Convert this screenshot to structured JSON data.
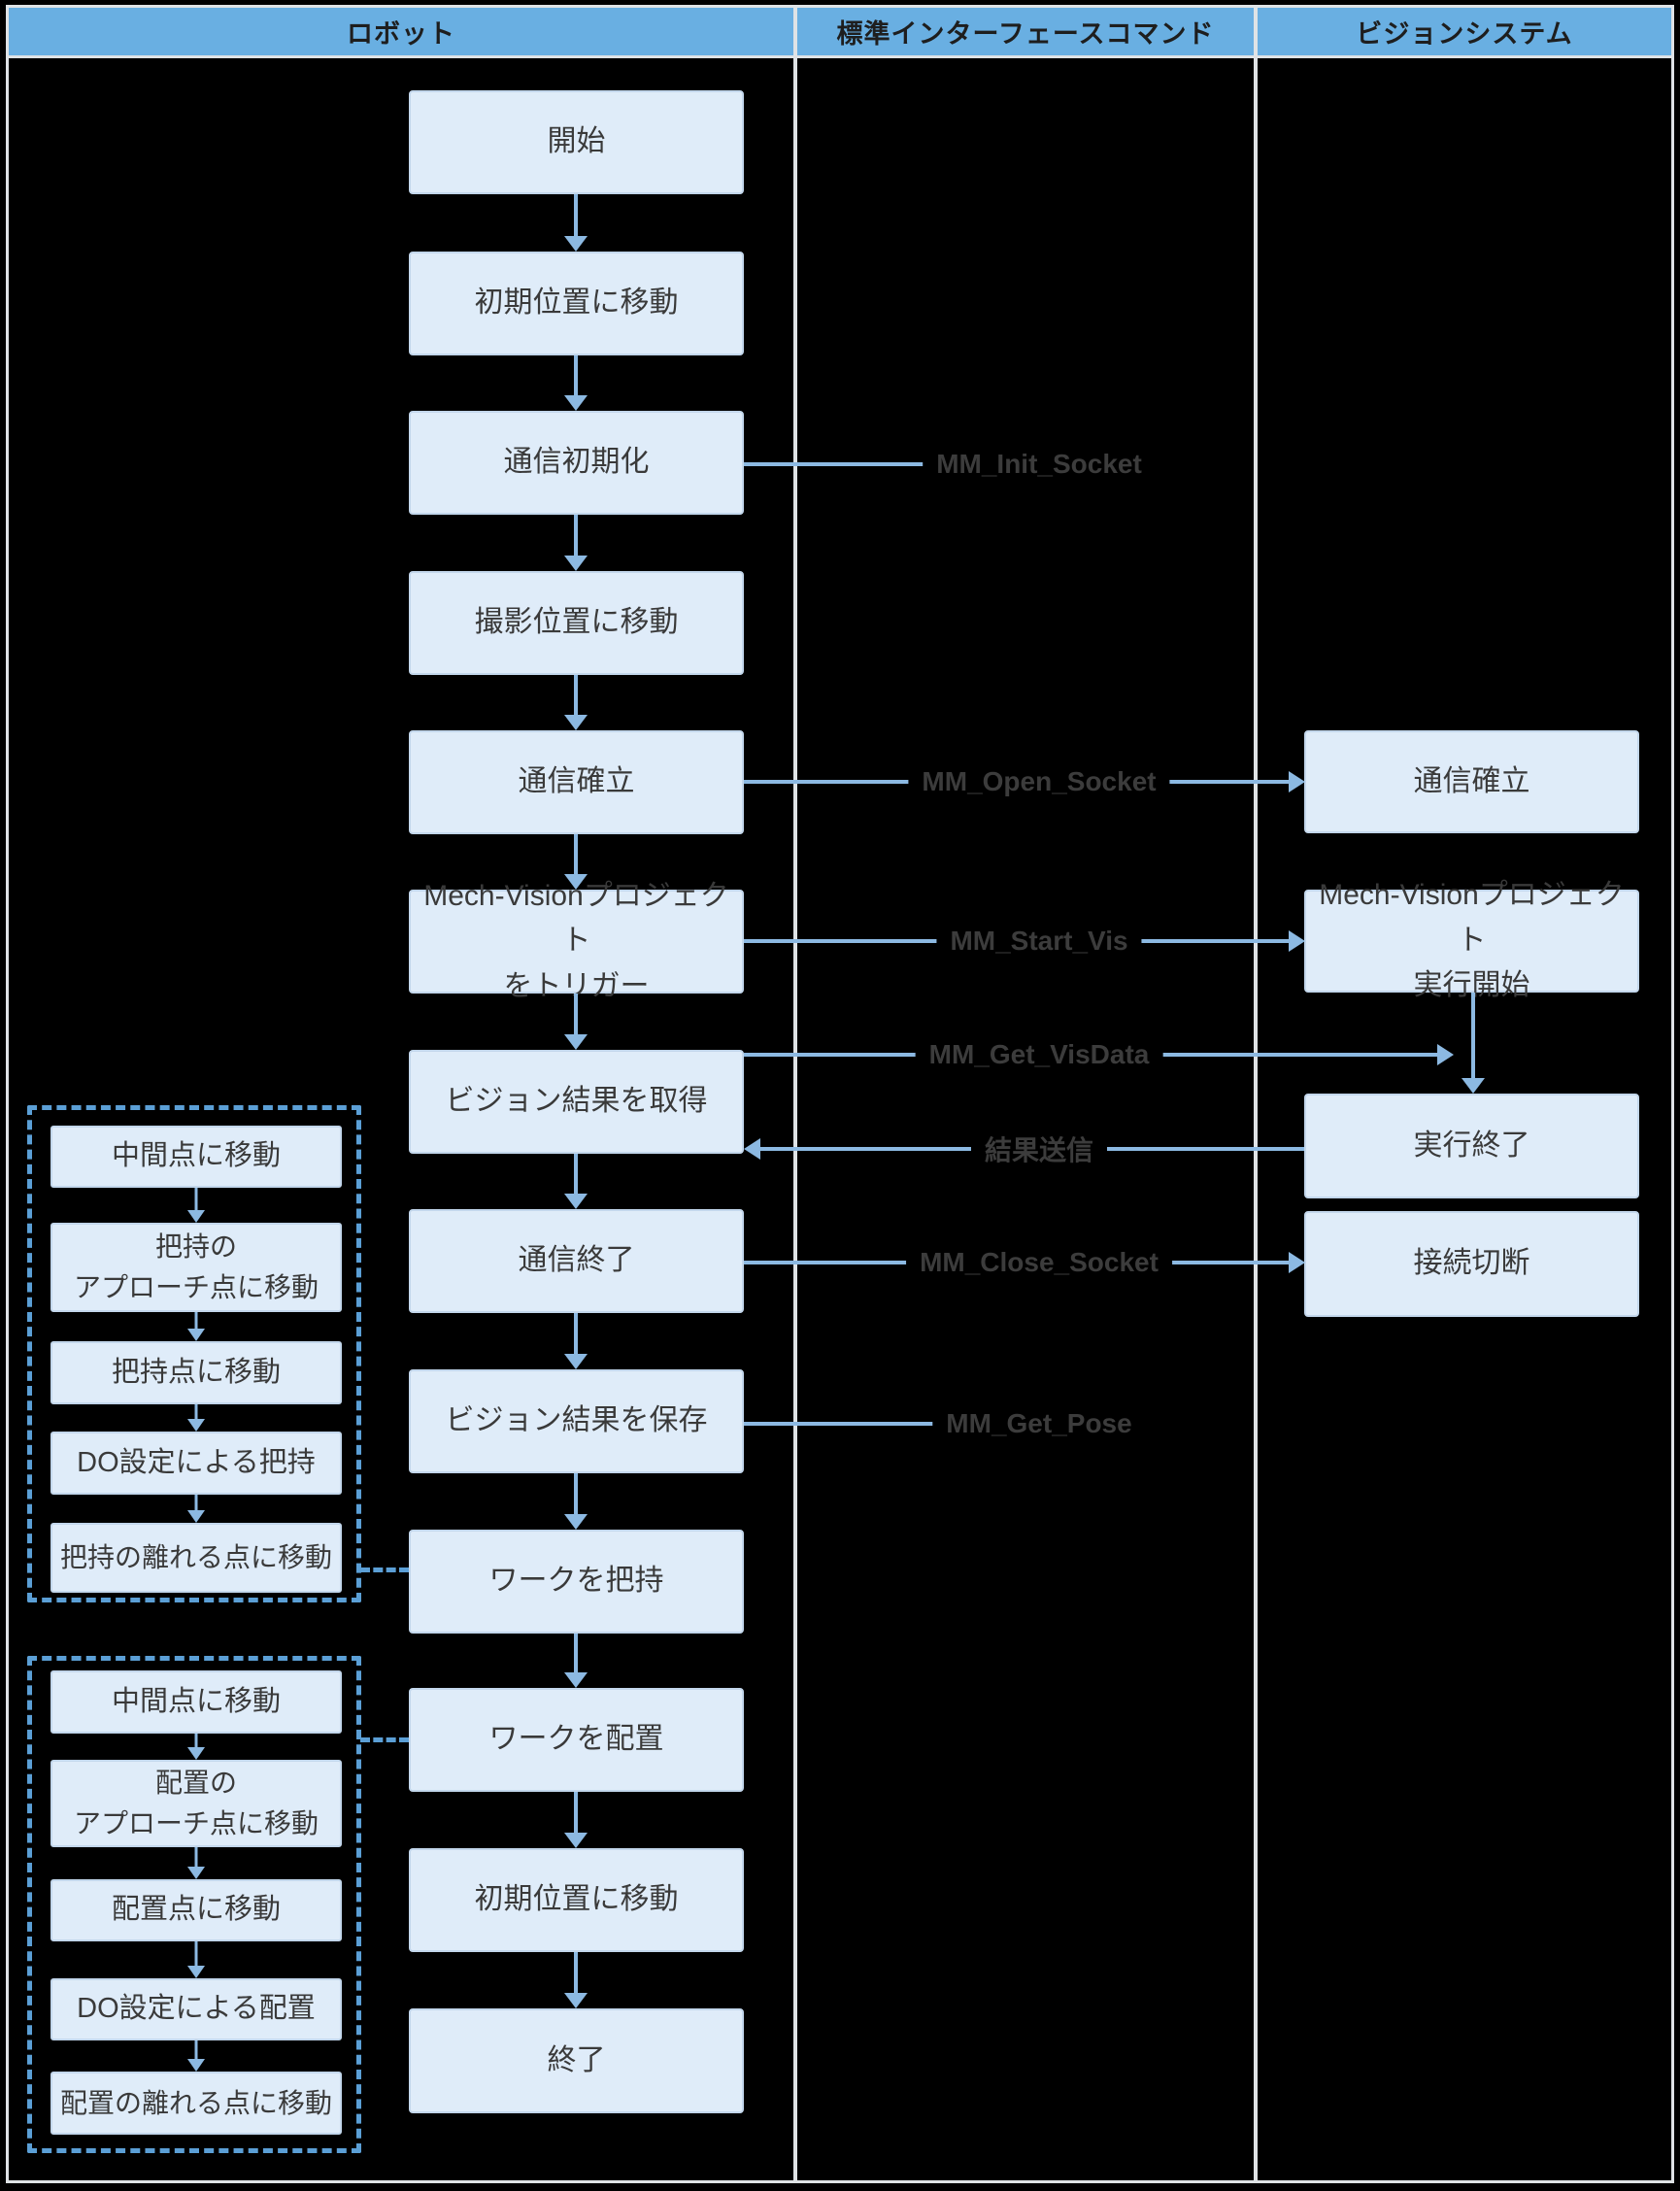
{
  "header": {
    "columns": [
      {
        "label": "ロボット"
      },
      {
        "label": "標準インターフェースコマンド"
      },
      {
        "label": "ビジョンシステム"
      }
    ]
  },
  "robot_flow": [
    {
      "label": "開始"
    },
    {
      "label": "初期位置に移動"
    },
    {
      "label": "通信初期化"
    },
    {
      "label": "撮影位置に移動"
    },
    {
      "label": "通信確立"
    },
    {
      "label": "Mech-Visionプロジェクト\nをトリガー"
    },
    {
      "label": "ビジョン結果を取得"
    },
    {
      "label": "通信終了"
    },
    {
      "label": "ビジョン結果を保存"
    },
    {
      "label": "ワークを把持"
    },
    {
      "label": "ワークを配置"
    },
    {
      "label": "初期位置に移動"
    },
    {
      "label": "終了"
    }
  ],
  "vision_flow": [
    {
      "label": "通信確立"
    },
    {
      "label": "Mech-Visionプロジェクト\n実行開始"
    },
    {
      "label": "実行終了"
    },
    {
      "label": "接続切断"
    }
  ],
  "commands": [
    {
      "label": "MM_Init_Socket"
    },
    {
      "label": "MM_Open_Socket"
    },
    {
      "label": "MM_Start_Vis"
    },
    {
      "label": "MM_Get_VisData"
    },
    {
      "label": "結果送信"
    },
    {
      "label": "MM_Close_Socket"
    },
    {
      "label": "MM_Get_Pose"
    }
  ],
  "grasp_group": {
    "steps": [
      {
        "label": "中間点に移動"
      },
      {
        "label": "把持の\nアプローチ点に移動"
      },
      {
        "label": "把持点に移動"
      },
      {
        "label": "DO設定による把持"
      },
      {
        "label": "把持の離れる点に移動"
      }
    ]
  },
  "place_group": {
    "steps": [
      {
        "label": "中間点に移動"
      },
      {
        "label": "配置の\nアプローチ点に移動"
      },
      {
        "label": "配置点に移動"
      },
      {
        "label": "DO設定による配置"
      },
      {
        "label": "配置の離れる点に移動"
      }
    ]
  },
  "colors": {
    "header_bg": "#69afe2",
    "box_fill": "#dfecf9",
    "box_border": "#c3d7ec",
    "arrow_blue": "#8cb9e2",
    "dashed_blue": "#5b9fd6",
    "frame_border": "#dfe3e6",
    "background": "#000000",
    "text_dark": "#3a3a3a"
  }
}
